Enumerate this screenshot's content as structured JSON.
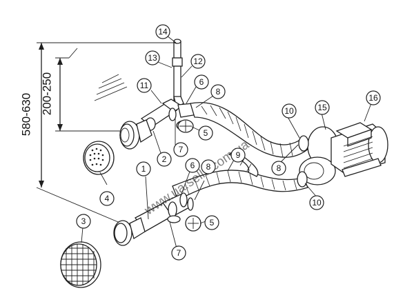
{
  "dimensions": {
    "overall_height": "580-630",
    "nozzle_height": "200-250"
  },
  "callouts": {
    "c1": "1",
    "c2": "2",
    "c3": "3",
    "c4": "4",
    "c5a": "5",
    "c5b": "5",
    "c6a": "6",
    "c6b": "6",
    "c7a": "7",
    "c7b": "7",
    "c8a": "8",
    "c8b": "8",
    "c8c": "8",
    "c9": "9",
    "c10a": "10",
    "c10b": "10",
    "c11": "11",
    "c12": "12",
    "c13": "13",
    "c14": "14",
    "c15": "15",
    "c16": "16"
  },
  "watermark": "www.ua.sells.com.ua"
}
